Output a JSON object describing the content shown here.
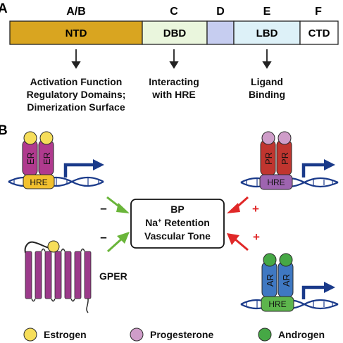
{
  "panel_a": {
    "label": "A",
    "domains": [
      {
        "letter": "A/B",
        "name": "NTD",
        "color": "#d9a520"
      },
      {
        "letter": "C",
        "name": "DBD",
        "color": "#eaf6dd"
      },
      {
        "letter": "D",
        "name": "",
        "color": "#c6cdf0"
      },
      {
        "letter": "E",
        "name": "LBD",
        "color": "#ddf1f8"
      },
      {
        "letter": "F",
        "name": "CTD",
        "color": "#ffffff"
      }
    ],
    "functions": [
      {
        "lines": [
          "Activation Function",
          "Regulatory Domains;",
          "Dimerization Surface"
        ]
      },
      {
        "lines": [
          "Interacting",
          "with HRE"
        ]
      },
      {
        "lines": [
          "Ligand",
          "Binding"
        ]
      }
    ]
  },
  "panel_b": {
    "label": "B",
    "center_box": {
      "line1": "BP",
      "line2_main": "Na",
      "line2_sup": "+",
      "line2_rest": " Retention",
      "line3": "Vascular Tone"
    },
    "receptors": {
      "er": {
        "subunit": "ER",
        "hre": "HRE"
      },
      "pr": {
        "subunit": "PR",
        "hre": "HRE"
      },
      "ar": {
        "subunit": "AR",
        "hre": "HRE"
      },
      "gper": {
        "label": "GPER"
      }
    },
    "effects": {
      "er": "–",
      "gper": "–",
      "pr": "+",
      "ar": "+"
    }
  },
  "legend": [
    {
      "label": "Estrogen",
      "color": "#f6de5a"
    },
    {
      "label": "Progesterone",
      "color": "#cf9dc9"
    },
    {
      "label": "Androgen",
      "color": "#46a845"
    }
  ],
  "colors": {
    "dna": "#1a3a8a",
    "promoter_arrow": "#1a3a8a",
    "er": "#b03a8e",
    "pr": "#c0352f",
    "ar": "#3f78c2",
    "hre_er": "#f2c12e",
    "hre_pr": "#9e64b0",
    "hre_ar": "#5db54d",
    "inhibit_arrow": "#6ab53a",
    "stimulate_arrow": "#e02828",
    "gper": "#9b3a8a"
  }
}
